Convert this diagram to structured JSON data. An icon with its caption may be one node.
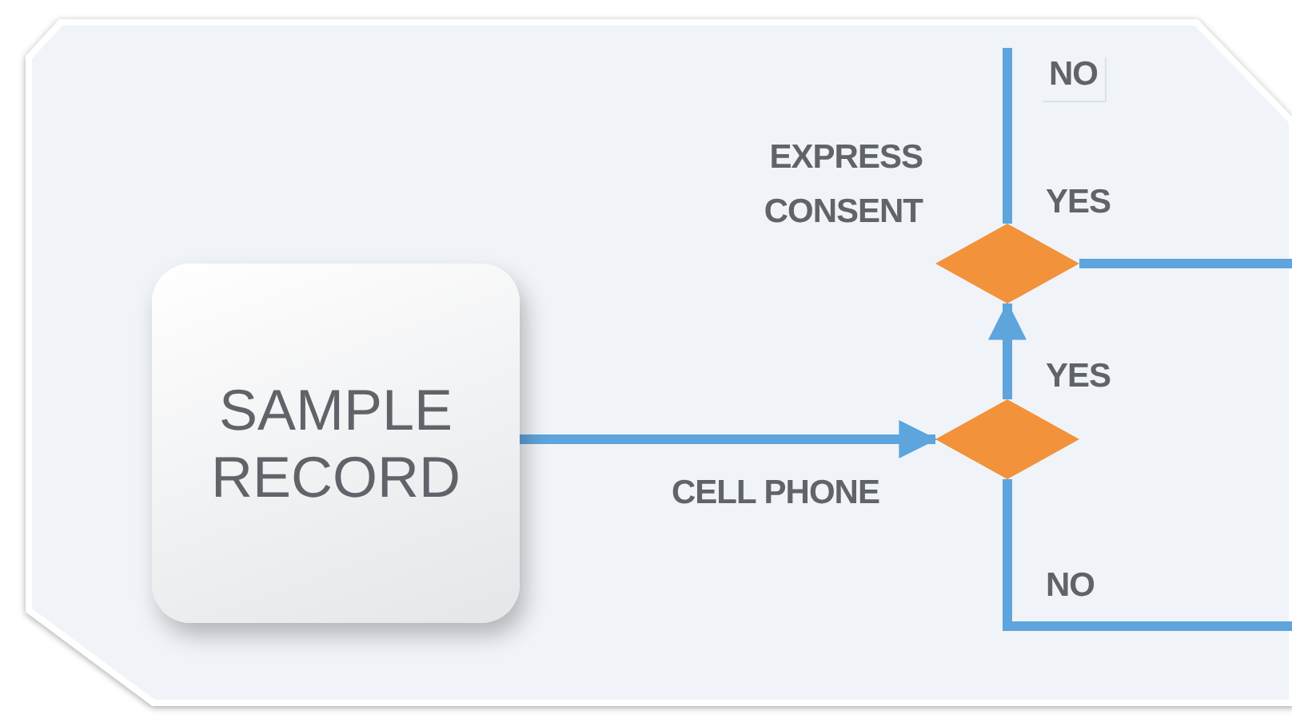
{
  "diagram": {
    "nodes": [
      {
        "text": [
          "SAMPLE RECORD"
        ]
      },
      {
        "text": [],
        "shape": "diamond"
      },
      {
        "text": [],
        "shape": "diamond",
        "beside": [
          "EXPRESS CONSENT"
        ]
      }
    ],
    "edges": [
      {
        "from": 0,
        "to": 1,
        "arrow": "to",
        "label": "CELL PHONE"
      },
      {
        "from": 1,
        "to": 2,
        "arrow": "to",
        "label": "YES"
      },
      {
        "from": 1,
        "to": null,
        "arrow": "none",
        "label": "NO"
      },
      {
        "from": 2,
        "to": null,
        "arrow": "none",
        "label": "NO"
      },
      {
        "from": 2,
        "to": null,
        "arrow": "none",
        "label": "YES"
      }
    ]
  }
}
